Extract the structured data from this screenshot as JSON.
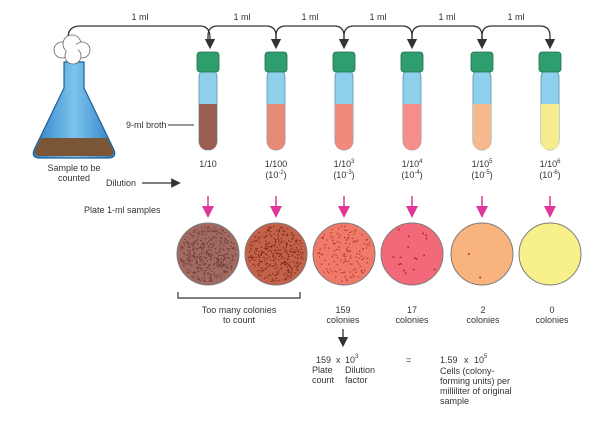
{
  "transfer_label": "1 ml",
  "flask": {
    "caption_line1": "Sample to be",
    "caption_line2": "counted"
  },
  "broth_label": "9-ml broth",
  "dilution_label": "Dilution",
  "plate_samples_label": "Plate 1-ml samples",
  "tubes": [
    {
      "dilution": "1/10",
      "power_base": "",
      "power_exp": "",
      "colors": {
        "cap": "#2e9e6e",
        "top": "#8fd0ec",
        "liquid": "#9a6050"
      }
    },
    {
      "dilution": "1/100",
      "power_base": "(10",
      "power_exp": "-2",
      "colors": {
        "cap": "#2e9e6e",
        "top": "#8fd0ec",
        "liquid": "#e88a78"
      }
    },
    {
      "dilution": "1/10",
      "dilution_exp": "3",
      "power_base": "(10",
      "power_exp": "-3",
      "colors": {
        "cap": "#2e9e6e",
        "top": "#8fd0ec",
        "liquid": "#ef8a7c"
      }
    },
    {
      "dilution": "1/10",
      "dilution_exp": "4",
      "power_base": "(10",
      "power_exp": "-4",
      "colors": {
        "cap": "#2e9e6e",
        "top": "#8fd0ec",
        "liquid": "#f58e8a"
      }
    },
    {
      "dilution": "1/10",
      "dilution_exp": "5",
      "power_base": "(10",
      "power_exp": "-5",
      "colors": {
        "cap": "#2e9e6e",
        "top": "#8fd0ec",
        "liquid": "#f6b98e"
      }
    },
    {
      "dilution": "1/10",
      "dilution_exp": "6",
      "power_base": "(10",
      "power_exp": "-6",
      "colors": {
        "cap": "#2e9e6e",
        "top": "#8fd0ec",
        "liquid": "#f5ec8e"
      }
    }
  ],
  "plates": [
    {
      "fill": "#a06a60",
      "dots": "dense-dark"
    },
    {
      "fill": "#c4614a",
      "dots": "dense"
    },
    {
      "fill": "#f07a6a",
      "dots": "many"
    },
    {
      "fill": "#f26a7a",
      "dots": "few"
    },
    {
      "fill": "#f9b37e",
      "dots": "two"
    },
    {
      "fill": "#f8f08a",
      "dots": "none"
    }
  ],
  "counts": {
    "too_many_line1": "Too many colonies",
    "too_many_line2": "to count",
    "c3_number": "159",
    "c3_word": "colonies",
    "c4_number": "17",
    "c4_word": "colonies",
    "c5_number": "2",
    "c5_word": "colonies",
    "c6_number": "0",
    "c6_word": "colonies"
  },
  "calculation": {
    "plate_count": "159",
    "times": "x",
    "factor_base": "10",
    "factor_exp": "3",
    "plate_label1": "Plate",
    "plate_label2": "count",
    "factor_label1": "Dilution",
    "factor_label2": "factor",
    "equals": "=",
    "result_mant": "1.59",
    "result_base": "10",
    "result_exp": "5",
    "result_desc1": "Cells (colony-",
    "result_desc2": "forming units) per",
    "result_desc3": "milliliter of original",
    "result_desc4": "sample"
  }
}
